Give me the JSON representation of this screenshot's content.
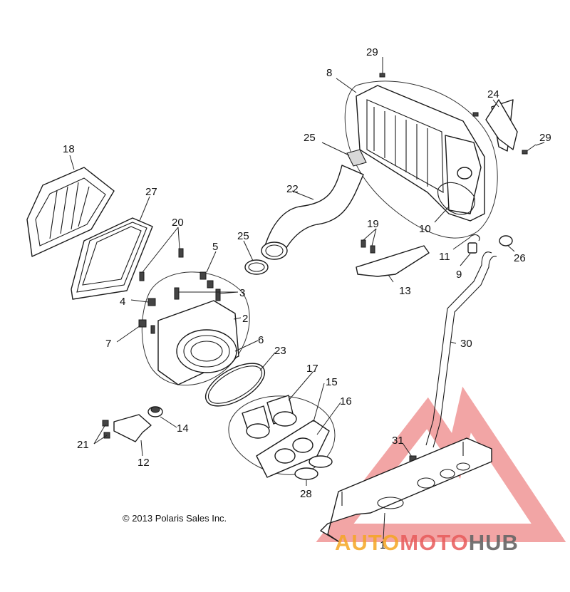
{
  "diagram": {
    "callouts": [
      "29",
      "8",
      "24",
      "29",
      "25",
      "22",
      "18",
      "27",
      "20",
      "25",
      "5",
      "19",
      "10",
      "11",
      "9",
      "26",
      "4",
      "3",
      "2",
      "13",
      "7",
      "6",
      "23",
      "30",
      "17",
      "15",
      "16",
      "14",
      "21",
      "12",
      "31",
      "28",
      "1"
    ]
  },
  "footer": {
    "copyright": "© 2013 Polaris Sales Inc."
  },
  "watermark": {
    "brand_part1": "AUTO",
    "brand_part2": "MOTO",
    "brand_part3": "HUB",
    "color_primary": "#e85b5b",
    "color_secondary": "#f5a623",
    "color_tertiary": "#666666"
  }
}
